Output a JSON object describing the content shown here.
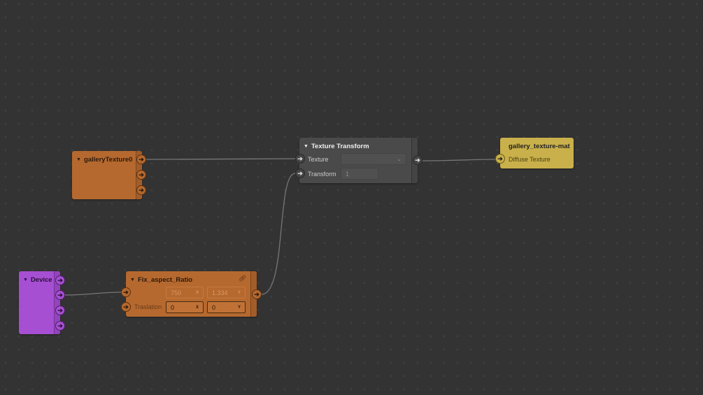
{
  "nodes": {
    "gallery_texture0": {
      "title": "galleryTexture0",
      "color": "#b5692f"
    },
    "device": {
      "title": "Device",
      "color": "#a64fd2"
    },
    "fix_aspect": {
      "title": "Fix_aspect_Ratio",
      "color": "#b5692f",
      "row1": {
        "x_value": "750",
        "x_axis": "X",
        "y_value": "1.334",
        "y_axis": "Y"
      },
      "row2": {
        "label": "Traslation",
        "x_value": "0",
        "x_axis": "X",
        "y_value": "0",
        "y_axis": "Y"
      }
    },
    "texture_transform": {
      "title": "Texture Transform",
      "color": "#4a4a4a",
      "texture_label": "Texture",
      "texture_value": "",
      "transform_label": "Transform",
      "transform_value": "1"
    },
    "material": {
      "title": "gallery_texture-mat",
      "color": "#c9b04a",
      "input_label": "Diffuse Texture"
    }
  },
  "icons": {
    "port": "arrow-right-icon",
    "collapse": "triangle-down-icon",
    "link": "link-icon"
  }
}
